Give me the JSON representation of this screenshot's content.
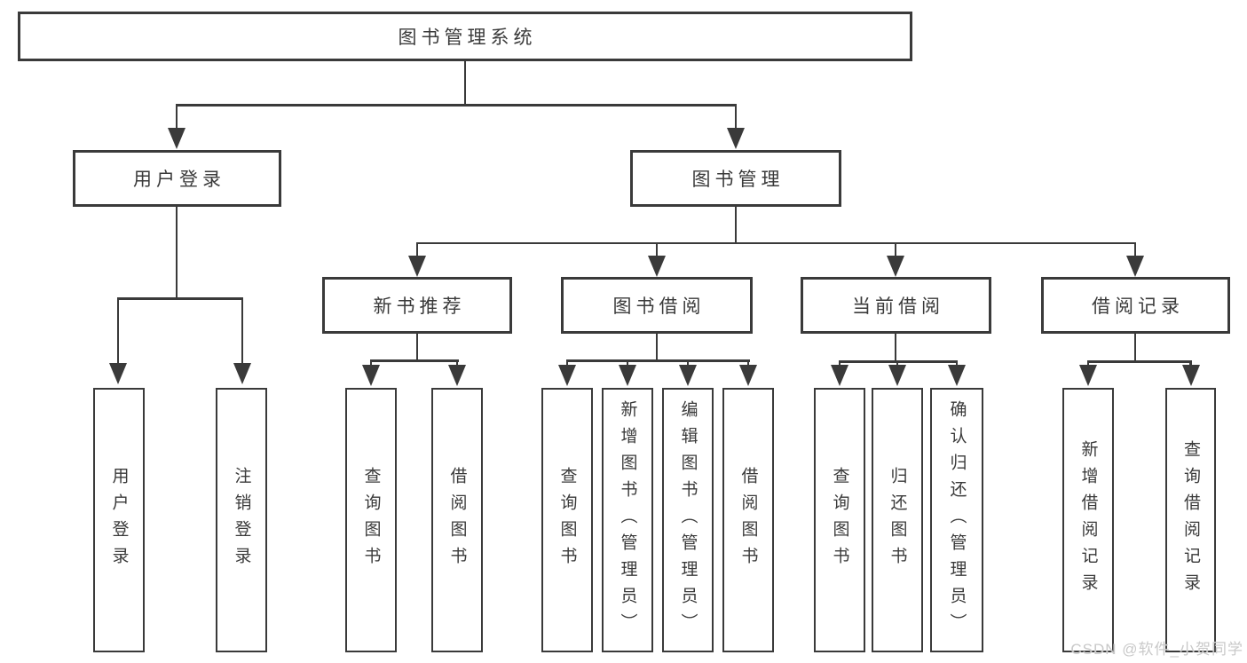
{
  "nodes": {
    "root": "图书管理系统",
    "user_login": "用户登录",
    "book_management": "图书管理",
    "new_book_recommend": "新书推荐",
    "book_borrow": "图书借阅",
    "current_borrow": "当前借阅",
    "borrow_records": "借阅记录",
    "leaf_user_login": "用户登录",
    "leaf_logout": "注销登录",
    "leaf_recommend_query": "查询图书",
    "leaf_recommend_borrow": "借阅图书",
    "leaf_borrow_query": "查询图书",
    "leaf_borrow_add": "新增图书（管理员）",
    "leaf_borrow_edit": "编辑图书（管理员）",
    "leaf_borrow_borrow": "借阅图书",
    "leaf_current_query": "查询图书",
    "leaf_current_return": "归还图书",
    "leaf_current_confirm": "确认归还（管理员）",
    "leaf_records_add": "新增借阅记录",
    "leaf_records_query": "查询借阅记录"
  },
  "watermark": "CSDN @软件_小贺同学",
  "colors": {
    "line": "#3a3a3a",
    "text": "#3a3a3a",
    "watermark": "#c9c9c9",
    "background": "#ffffff"
  }
}
